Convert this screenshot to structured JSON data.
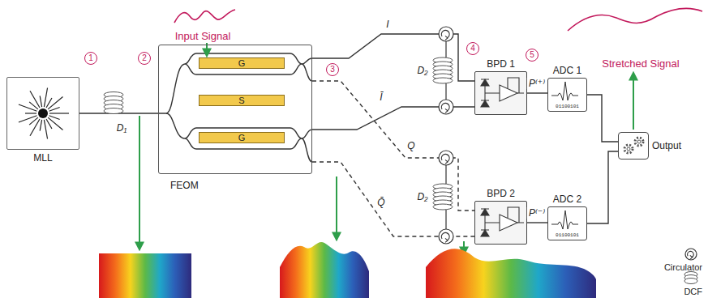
{
  "diagram": {
    "nodes": [
      {
        "text": [
          "MLL"
        ]
      },
      {
        "text": [
          "FEOM"
        ]
      },
      {
        "text": [
          "G"
        ],
        "in": 1
      },
      {
        "text": [
          "S"
        ],
        "in": 1
      },
      {
        "text": [
          "G"
        ],
        "in": 1
      },
      {
        "text": [
          "BPD 1"
        ]
      },
      {
        "text": [
          "ADC 1",
          "01100101"
        ]
      },
      {
        "text": [
          "BPD 2"
        ]
      },
      {
        "text": [
          "ADC 2",
          "01100101"
        ]
      },
      {
        "text": [
          "Output"
        ]
      }
    ],
    "edges": [
      {
        "from": 0,
        "to": 1,
        "arrow": "none"
      },
      {
        "from": 1,
        "to": 5,
        "label": "I",
        "arrow": "none"
      },
      {
        "from": 1,
        "to": 5,
        "label": "Ī",
        "arrow": "none"
      },
      {
        "from": 1,
        "to": 7,
        "label": "Q",
        "arrow": "none"
      },
      {
        "from": 1,
        "to": 7,
        "label": "Q̄",
        "arrow": "none"
      },
      {
        "from": 5,
        "to": 6,
        "label": "P⁽⁺⁾",
        "arrow": "none"
      },
      {
        "from": 7,
        "to": 8,
        "label": "P⁽⁻⁾",
        "arrow": "none"
      },
      {
        "from": 6,
        "to": 9,
        "arrow": "none"
      },
      {
        "from": 8,
        "to": 9,
        "arrow": "none"
      }
    ],
    "labels": [
      "Input Signal",
      "1",
      "2",
      "3",
      "4",
      "5",
      "D₁",
      "D₂",
      "D₂",
      "Stretched Signal"
    ],
    "legend": [
      {
        "text": "Circulator"
      },
      {
        "text": "DCF"
      }
    ]
  }
}
